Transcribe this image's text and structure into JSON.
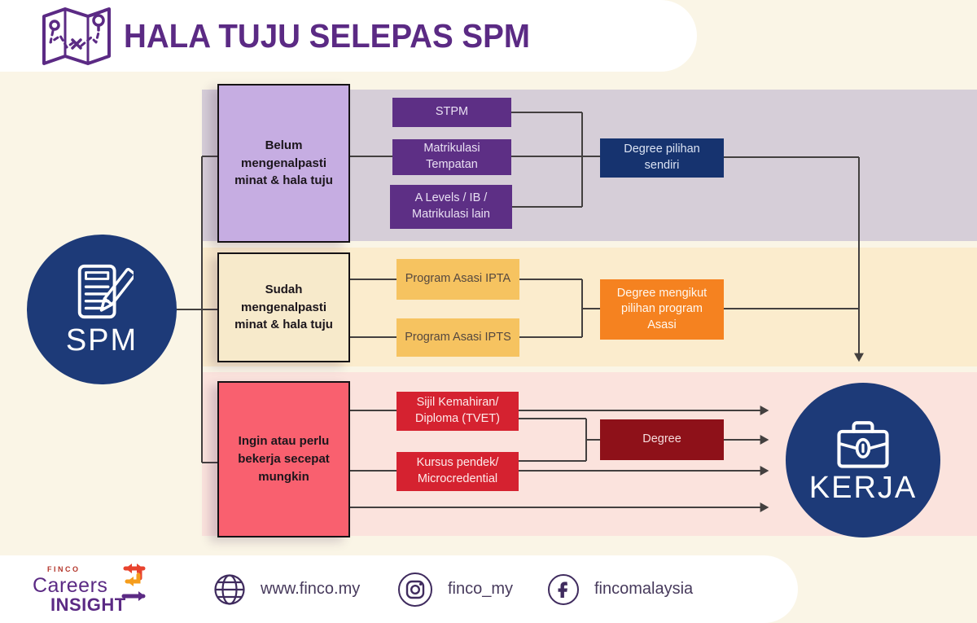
{
  "header": {
    "title": "HALA TUJU SELEPAS SPM"
  },
  "start": {
    "label": "SPM"
  },
  "end": {
    "label": "KERJA"
  },
  "branches": [
    {
      "label": "Belum mengenalpasti minat & hala tuju",
      "options": [
        "STPM",
        "Matrikulasi Tempatan",
        "A Levels / IB / Matrikulasi lain"
      ],
      "outcome": "Degree pilihan sendiri"
    },
    {
      "label": "Sudah mengenalpasti minat & hala tuju",
      "options": [
        "Program Asasi IPTA",
        "Program Asasi IPTS"
      ],
      "outcome": "Degree mengikut pilihan program Asasi"
    },
    {
      "label": "Ingin atau perlu bekerja secepat mungkin",
      "options": [
        "Sijil Kemahiran/ Diploma (TVET)",
        "Kursus pendek/ Microcredential"
      ],
      "outcome": "Degree"
    }
  ],
  "footer": {
    "brand": {
      "name": "FINCO",
      "line1": "Careers",
      "line2": "INSIGHT"
    },
    "website": "www.finco.my",
    "instagram": "finco_my",
    "facebook": "fincomalaysia"
  },
  "colors": {
    "background": "#faf5e6",
    "title_purple": "#5b2a84",
    "navy": "#1d3a78",
    "band_purple": "#d6ced8",
    "band_cream": "#fbeccd",
    "band_pink": "#fbe3dd",
    "box_purple_light": "#c6ade2",
    "box_cream": "#f7eacb",
    "box_pink": "#f9606f",
    "option_purple": "#5d2f85",
    "option_yellow": "#f6c360",
    "option_red": "#d52230",
    "outcome_navy": "#16336f",
    "outcome_orange": "#f58220",
    "outcome_maroon": "#8e1119",
    "connector": "#43403f"
  }
}
